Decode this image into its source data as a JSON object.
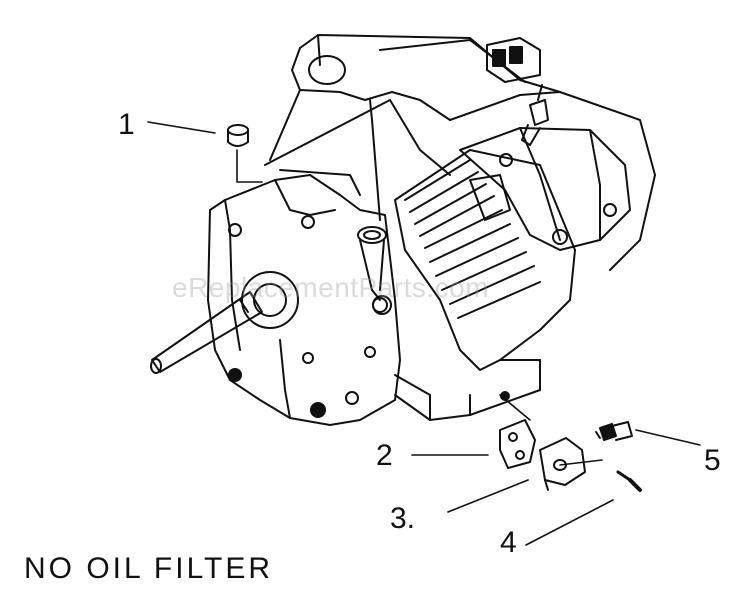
{
  "diagram": {
    "callouts": [
      {
        "id": 1,
        "label": "1"
      },
      {
        "id": 2,
        "label": "2"
      },
      {
        "id": 3,
        "label": "3."
      },
      {
        "id": 4,
        "label": "4"
      },
      {
        "id": 5,
        "label": "5"
      }
    ],
    "caption": "NO OIL FILTER",
    "watermark": "eReplacementParts.com",
    "colors": {
      "line": "#111111",
      "background": "#ffffff"
    }
  }
}
